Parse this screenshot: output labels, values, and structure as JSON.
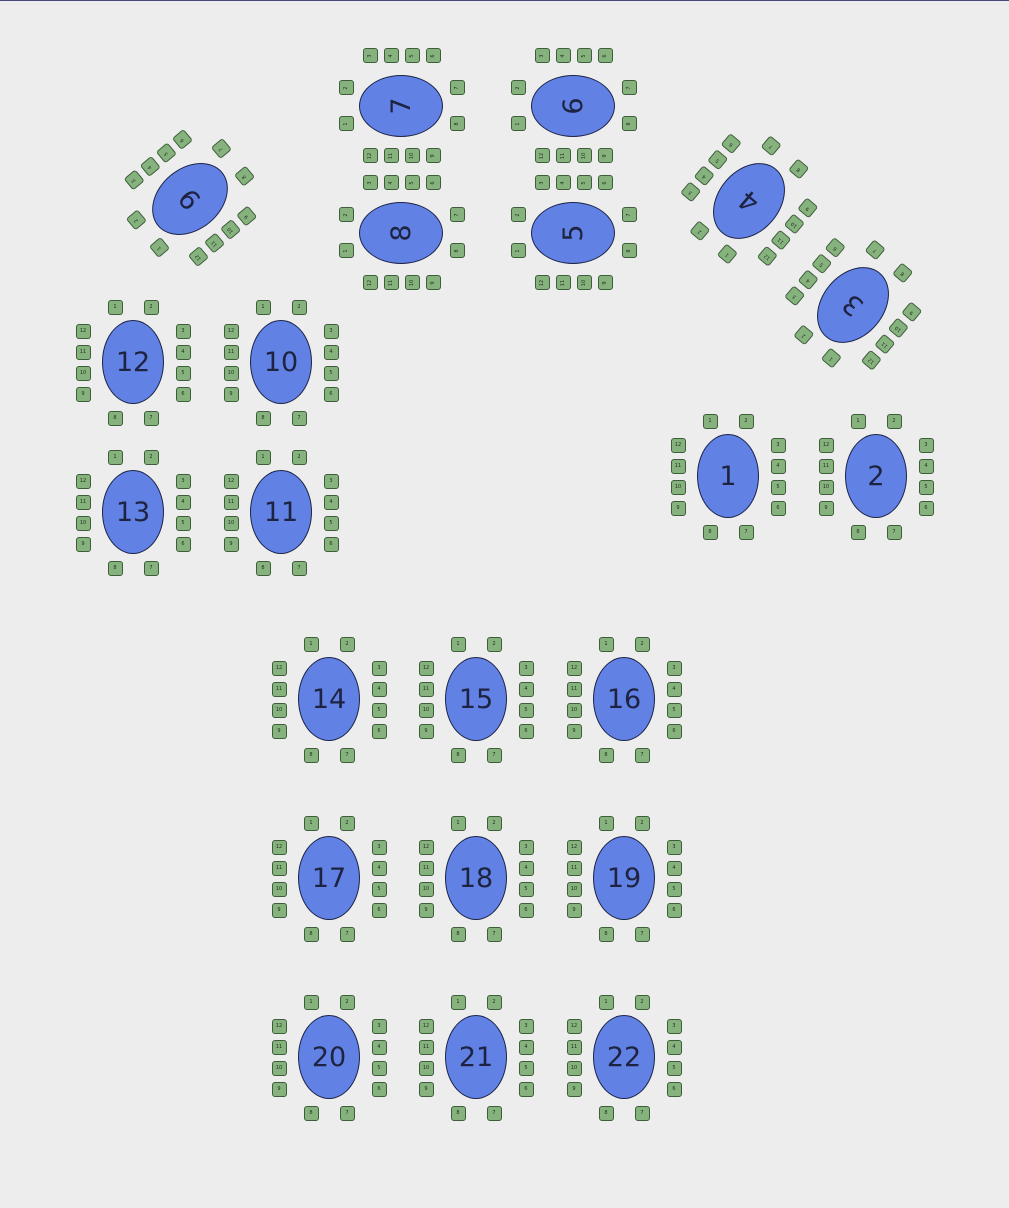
{
  "colors": {
    "background": "#ededed",
    "table_fill": "#6182e4",
    "table_border": "#1c2448",
    "seat_fill": "#86b27e",
    "seat_border": "#3e5e3a"
  },
  "tables": [
    {
      "label": "1",
      "seats": [
        "1",
        "2",
        "3",
        "4",
        "5",
        "6",
        "7",
        "8",
        "9",
        "10",
        "11",
        "12"
      ]
    },
    {
      "label": "2",
      "seats": [
        "1",
        "2",
        "3",
        "4",
        "5",
        "6",
        "7",
        "8",
        "9",
        "10",
        "11",
        "12"
      ]
    },
    {
      "label": "3",
      "seats": [
        "1",
        "2",
        "3",
        "4",
        "5",
        "6",
        "7",
        "8",
        "9",
        "10",
        "11",
        "12"
      ]
    },
    {
      "label": "4",
      "seats": [
        "1",
        "2",
        "3",
        "4",
        "5",
        "6",
        "7",
        "8",
        "9",
        "10",
        "11",
        "12"
      ]
    },
    {
      "label": "5",
      "seats": [
        "1",
        "2",
        "3",
        "4",
        "5",
        "6",
        "7",
        "8",
        "9",
        "10",
        "11",
        "12"
      ]
    },
    {
      "label": "6",
      "seats": [
        "1",
        "2",
        "3",
        "4",
        "5",
        "6",
        "7",
        "8",
        "9",
        "10",
        "11",
        "12"
      ]
    },
    {
      "label": "7",
      "seats": [
        "1",
        "2",
        "3",
        "4",
        "5",
        "6",
        "7",
        "8",
        "9",
        "10",
        "11",
        "12"
      ]
    },
    {
      "label": "8",
      "seats": [
        "1",
        "2",
        "3",
        "4",
        "5",
        "6",
        "7",
        "8",
        "9",
        "10",
        "11",
        "12"
      ]
    },
    {
      "label": "9",
      "seats": [
        "1",
        "2",
        "3",
        "4",
        "5",
        "6",
        "7",
        "8",
        "9",
        "10",
        "11",
        "12"
      ]
    },
    {
      "label": "10",
      "seats": [
        "1",
        "2",
        "3",
        "4",
        "5",
        "6",
        "7",
        "8",
        "9",
        "10",
        "11",
        "12"
      ]
    },
    {
      "label": "11",
      "seats": [
        "1",
        "2",
        "3",
        "4",
        "5",
        "6",
        "7",
        "8",
        "9",
        "10",
        "11",
        "12"
      ]
    },
    {
      "label": "12",
      "seats": [
        "1",
        "2",
        "3",
        "4",
        "5",
        "6",
        "7",
        "8",
        "9",
        "10",
        "11",
        "12"
      ]
    },
    {
      "label": "13",
      "seats": [
        "1",
        "2",
        "3",
        "4",
        "5",
        "6",
        "7",
        "8",
        "9",
        "10",
        "11",
        "12"
      ]
    },
    {
      "label": "14",
      "seats": [
        "1",
        "2",
        "3",
        "4",
        "5",
        "6",
        "7",
        "8",
        "9",
        "10",
        "11",
        "12"
      ]
    },
    {
      "label": "15",
      "seats": [
        "1",
        "2",
        "3",
        "4",
        "5",
        "6",
        "7",
        "8",
        "9",
        "10",
        "11",
        "12"
      ]
    },
    {
      "label": "16",
      "seats": [
        "1",
        "2",
        "3",
        "4",
        "5",
        "6",
        "7",
        "8",
        "9",
        "10",
        "11",
        "12"
      ]
    },
    {
      "label": "17",
      "seats": [
        "1",
        "2",
        "3",
        "4",
        "5",
        "6",
        "7",
        "8",
        "9",
        "10",
        "11",
        "12"
      ]
    },
    {
      "label": "18",
      "seats": [
        "1",
        "2",
        "3",
        "4",
        "5",
        "6",
        "7",
        "8",
        "9",
        "10",
        "11",
        "12"
      ]
    },
    {
      "label": "19",
      "seats": [
        "1",
        "2",
        "3",
        "4",
        "5",
        "6",
        "7",
        "8",
        "9",
        "10",
        "11",
        "12"
      ]
    },
    {
      "label": "20",
      "seats": [
        "1",
        "2",
        "3",
        "4",
        "5",
        "6",
        "7",
        "8",
        "9",
        "10",
        "11",
        "12"
      ]
    },
    {
      "label": "21",
      "seats": [
        "1",
        "2",
        "3",
        "4",
        "5",
        "6",
        "7",
        "8",
        "9",
        "10",
        "11",
        "12"
      ]
    },
    {
      "label": "22",
      "seats": [
        "1",
        "2",
        "3",
        "4",
        "5",
        "6",
        "7",
        "8",
        "9",
        "10",
        "11",
        "12"
      ]
    }
  ]
}
